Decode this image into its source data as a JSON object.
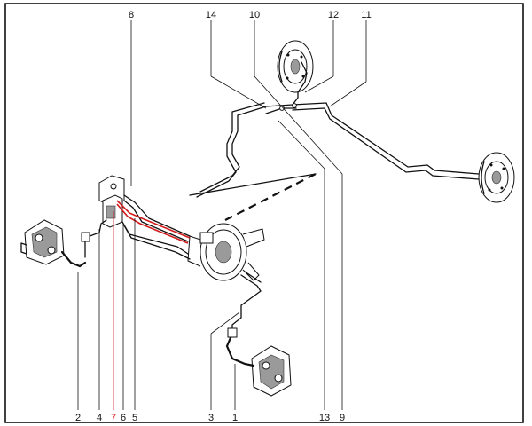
{
  "diagram": {
    "frame_color": "#000000",
    "highlight_color": "#d11a1a",
    "callouts": {
      "c1": "1",
      "c2": "2",
      "c3": "3",
      "c4": "4",
      "c5": "5",
      "c6": "6",
      "c7": "7",
      "c8": "8",
      "c9": "9",
      "c11": "11",
      "c12": "12",
      "c13": "13",
      "c14": "14"
    }
  }
}
